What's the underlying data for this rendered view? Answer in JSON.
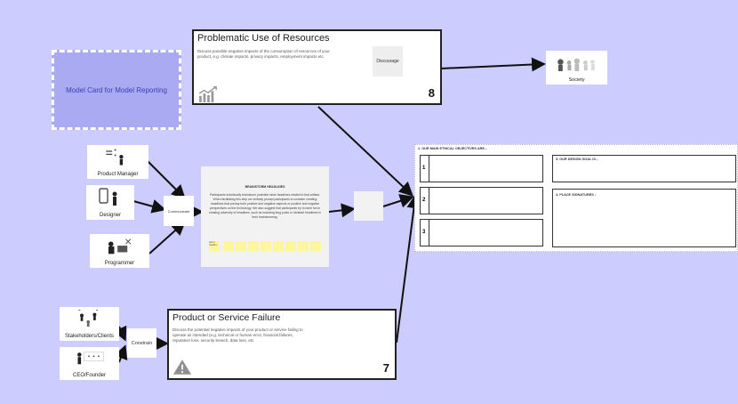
{
  "model_card": {
    "label": "Model Card for Model Reporting"
  },
  "resources_card": {
    "title": "Problematic Use of Resources",
    "description": "Discuss possible negative impacts of the consumption of resources of your product, e.g. climate impacts, privacy impacts, employment impacts etc.",
    "discourage_label": "Discourage",
    "number": "8",
    "icon": "chart-growth-icon"
  },
  "society": {
    "label": "Society"
  },
  "roles": {
    "product_manager": "Product Manager",
    "designer": "Designer",
    "programmer": "Programmer",
    "stakeholders": "Stakeholders/Clients",
    "ceo": "CEO/Founder"
  },
  "communicate": {
    "label": "Communicate"
  },
  "constrain": {
    "label": "Constrain"
  },
  "brainstorm": {
    "title": "BRAINSTORM HEADLINES",
    "body": "Participants individually brainstorm potential news headlines related to that artifact. When facilitating this step we verbally prompt participants to consider creating headlines that portray both positive and negative aspects or positive and negative perspectives on the technology. We also suggest that participants try to have fun in creating adversity of headlines, such as including blog posts or clickbait headlines in their brainstorming.",
    "sticky_label": "Add a headline"
  },
  "objectives": {
    "heading": "1. OUR MAIN ETHICAL OBJECTIVES ARE...",
    "rows": [
      "1",
      "2",
      "3"
    ],
    "design_goal": "3. OUR DESIGN GOAL IS...",
    "signatures": "4. PLACE SIGNATURES :"
  },
  "failure_card": {
    "title": "Product or Service Failure",
    "description": "Discuss the potential negative impacts of your product or service failing to operate as intended (e.g. technical or human error, financial failures, reputation loss, security breach, data loss, etc.",
    "number": "7",
    "icon": "warning-icon"
  },
  "colors": {
    "background": "#ccccff",
    "model_card": "#a9aaf2",
    "model_card_text": "#3a3fb5",
    "sticky": "#fff59d"
  }
}
